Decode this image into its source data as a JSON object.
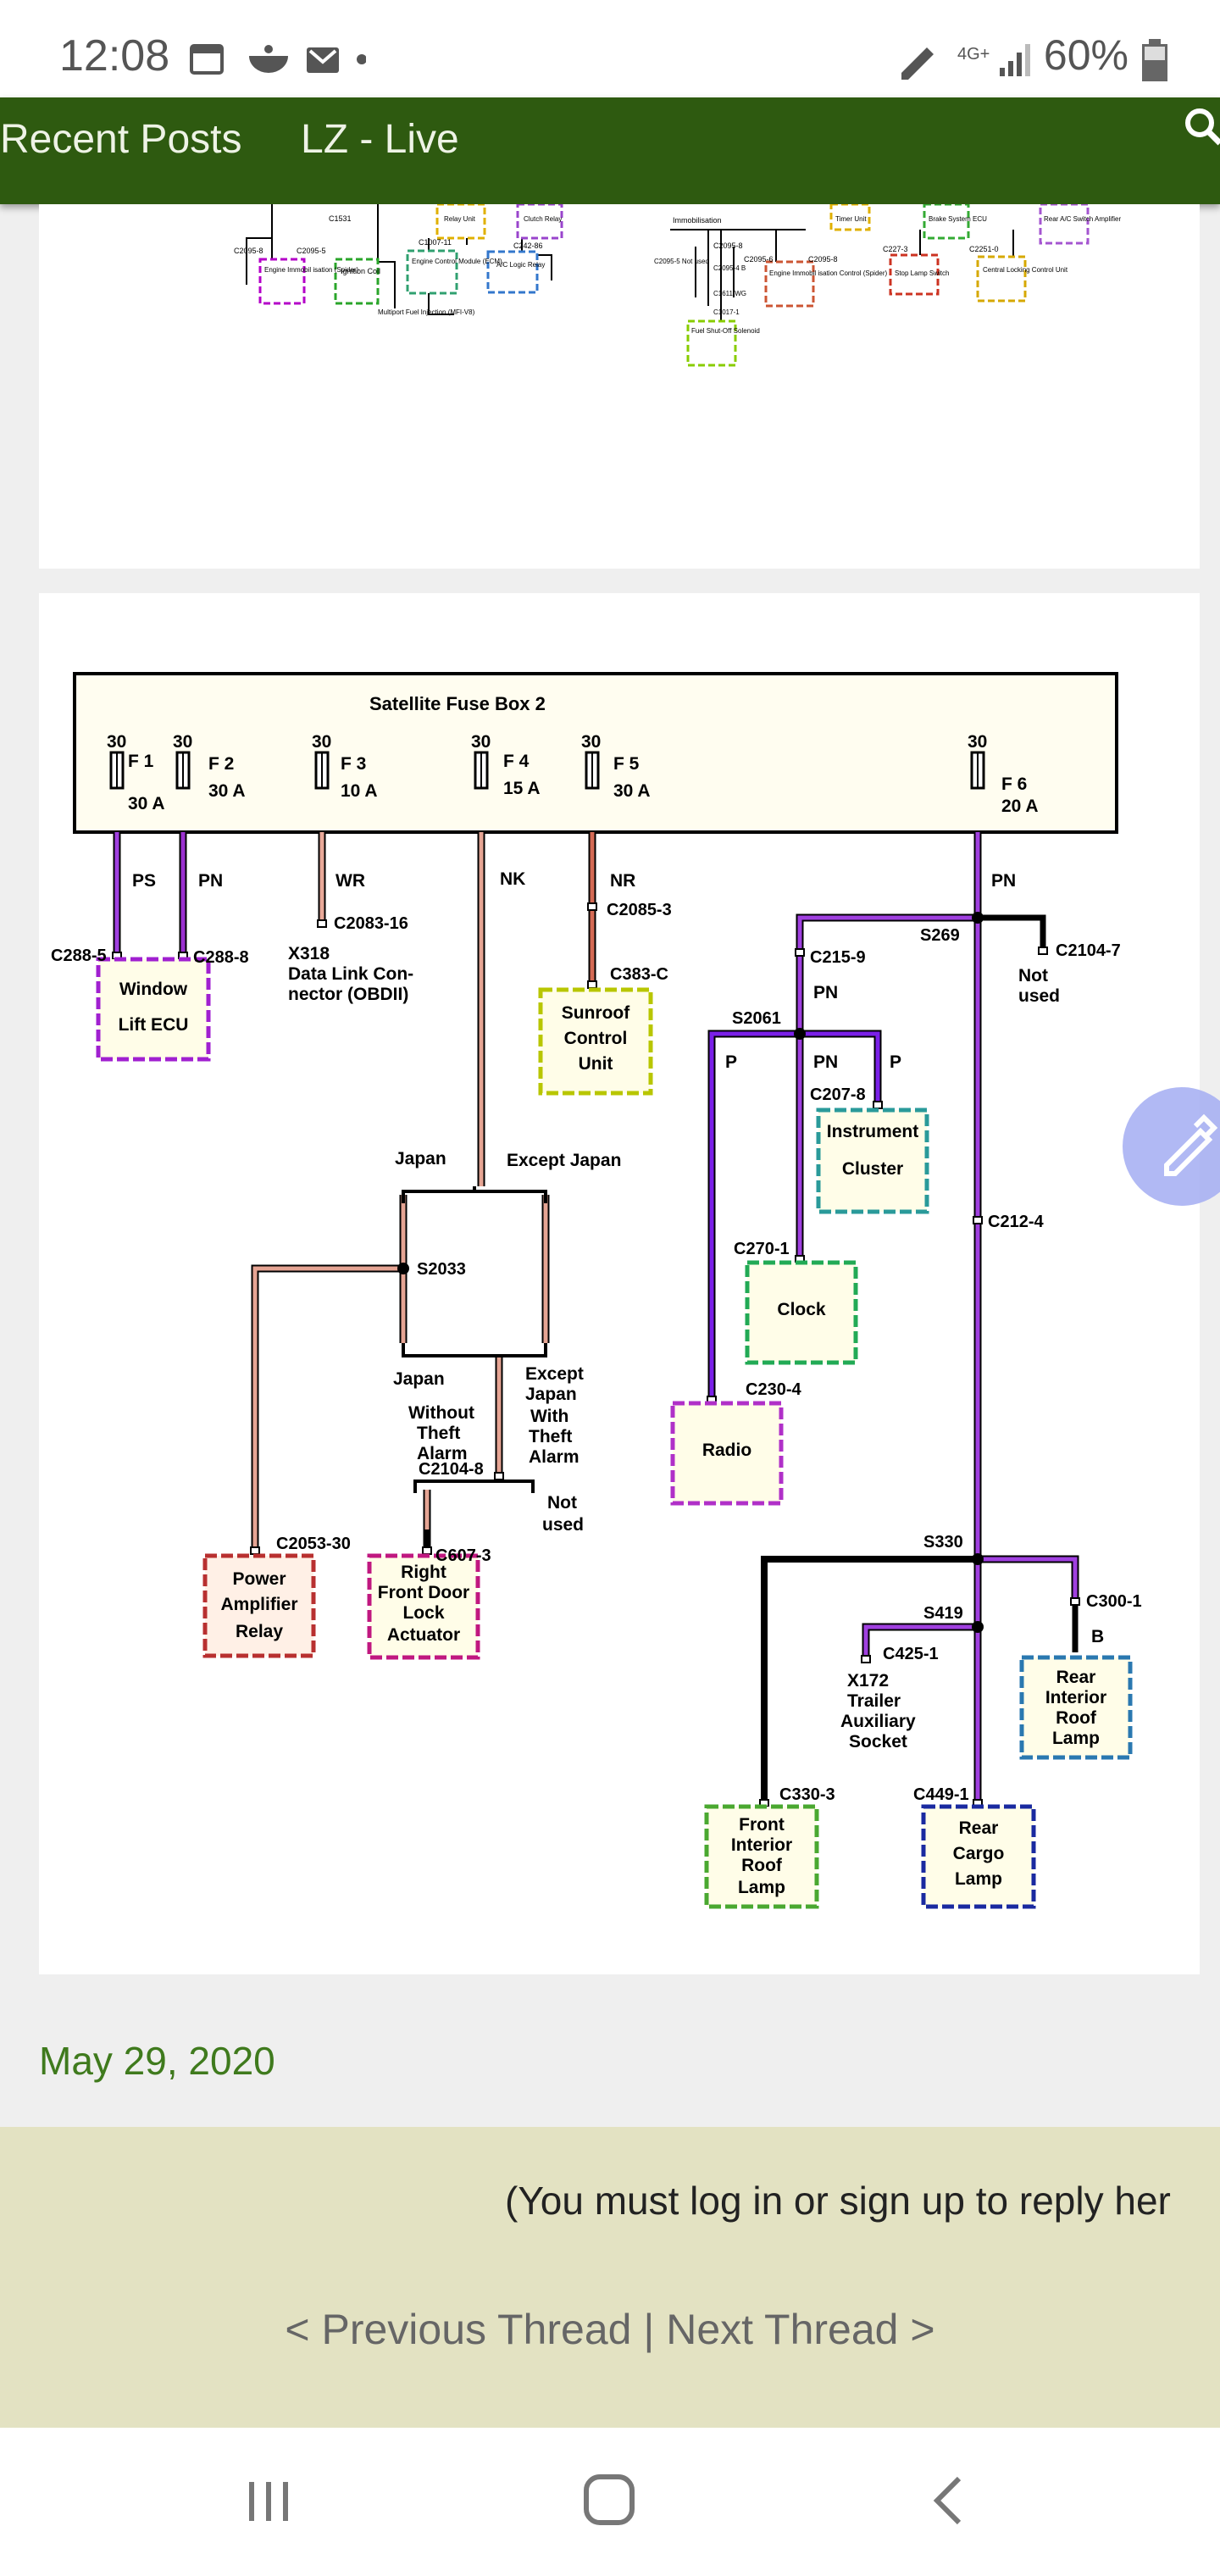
{
  "status": {
    "time": "12:08",
    "network": "4G+",
    "battery": "60%"
  },
  "nav": {
    "items": [
      "Recent Posts",
      "LZ - Live"
    ]
  },
  "diagram_top": {
    "labels": [
      "C2095-8",
      "C2095-5",
      "C1531",
      "Engine Immobil isation (Spider)",
      "Ignition Coil",
      "Engine Control Module (ECM)",
      "C1007-11",
      "A/C Logic Relay",
      "C242-86",
      "Multiport Fuel Injection (MFI-V8)",
      "Relay Unit",
      "Clutch Relay",
      "Immobilisation",
      "C2095-5 Not used",
      "C2095-8",
      "C2095-4 B",
      "C1611 WG",
      "C1017-1",
      "Fuel Shut-Off Solenoid",
      "C2095-6",
      "C2095-8",
      "Engine Immobil isation Control (Spider)",
      "Timer Unit",
      "Brake System ECU",
      "C227-3",
      "Stop Lamp Switch",
      "C2251-0",
      "Central Locking Control Unit",
      "Rear A/C Switch Amplifier"
    ]
  },
  "diagram": {
    "fuse_box_title": "Satellite  Fuse  Box 2",
    "fuses": [
      {
        "feed": "30",
        "name": "F 1",
        "rating": "30 A",
        "wire": "PS"
      },
      {
        "feed": "30",
        "name": "F 2",
        "rating": "30 A",
        "wire": "PN"
      },
      {
        "feed": "30",
        "name": "F 3",
        "rating": "10 A",
        "wire": "WR"
      },
      {
        "feed": "30",
        "name": "F 4",
        "rating": "15 A",
        "wire": "NK"
      },
      {
        "feed": "30",
        "name": "F 5",
        "rating": "30 A",
        "wire": "NR"
      },
      {
        "feed": "30",
        "name": "F 6",
        "rating": "20 A",
        "wire": "PN"
      }
    ],
    "connectors": {
      "c288_5": "C288-5",
      "c288_8": "C288-8",
      "c2083_16": "C2083-16",
      "c2085_3": "C2085-3",
      "c383_c": "C383-C",
      "c215_9": "C215-9",
      "c2104_7": "C2104-7",
      "c207_8": "C207-8",
      "c270_1": "C270-1",
      "c212_4": "C212-4",
      "c230_4": "C230-4",
      "c2104_8": "C2104-8",
      "c607_3": "C607-3",
      "c2053_30": "C2053-30",
      "c425_1": "C425-1",
      "c300_1": "C300-1",
      "c330_3": "C330-3",
      "c449_1": "C449-1"
    },
    "splices": {
      "s269": "S269",
      "s2061": "S2061",
      "s2033": "S2033",
      "s330": "S330",
      "s419": "S419"
    },
    "wires": {
      "pn_a": "PN",
      "pn_b": "PN",
      "p_a": "P",
      "p_b": "P",
      "b": "B"
    },
    "notes": {
      "x318": "X318",
      "data_link": "Data Link Con-",
      "data_link2": "nector (OBDII)",
      "not_used_1": "Not",
      "not_used_1b": "used",
      "japan_1": "Japan",
      "except_japan_1": "Except Japan",
      "japan_2": "Japan",
      "except_japan_2a": "Except",
      "except_japan_2b": "Japan",
      "except_japan_2c": "With",
      "except_japan_2d": "Theft",
      "except_japan_2e": "Alarm",
      "without_a": "Without",
      "without_b": "Theft",
      "without_c": "Alarm",
      "not_used_2": "Not",
      "not_used_2b": "used",
      "x172a": "X172",
      "x172b": "Trailer",
      "x172c": "Auxiliary",
      "x172d": "Socket"
    },
    "components": {
      "window_lift_a": "Window",
      "window_lift_b": "Lift ECU",
      "sunroof_a": "Sunroof",
      "sunroof_b": "Control",
      "sunroof_c": "Unit",
      "instrument_a": "Instrument",
      "instrument_b": "Cluster",
      "clock": "Clock",
      "radio": "Radio",
      "power_amp_a": "Power",
      "power_amp_b": "Amplifier",
      "power_amp_c": "Relay",
      "rfd_a": "Right",
      "rfd_b": "Front Door",
      "rfd_c": "Lock",
      "rfd_d": "Actuator",
      "front_roof_a": "Front",
      "front_roof_b": "Interior",
      "front_roof_c": "Roof",
      "front_roof_d": "Lamp",
      "rear_cargo_a": "Rear",
      "rear_cargo_b": "Cargo",
      "rear_cargo_c": "Lamp",
      "rear_roof_a": "Rear",
      "rear_roof_b": "Interior",
      "rear_roof_c": "Roof",
      "rear_roof_d": "Lamp"
    }
  },
  "post": {
    "date": "May 29, 2020"
  },
  "reply": {
    "login_notice": "(You must log in or sign up to reply her",
    "previous": "< Previous Thread",
    "separator": "|",
    "next": "Next Thread >"
  },
  "colors": {
    "nav_bg": "#2e5a10",
    "date": "#3f7a1d",
    "reply_bg": "#e3e2c2",
    "purple_wire": "#8a2be2",
    "salmon_wire": "#e3a090"
  }
}
